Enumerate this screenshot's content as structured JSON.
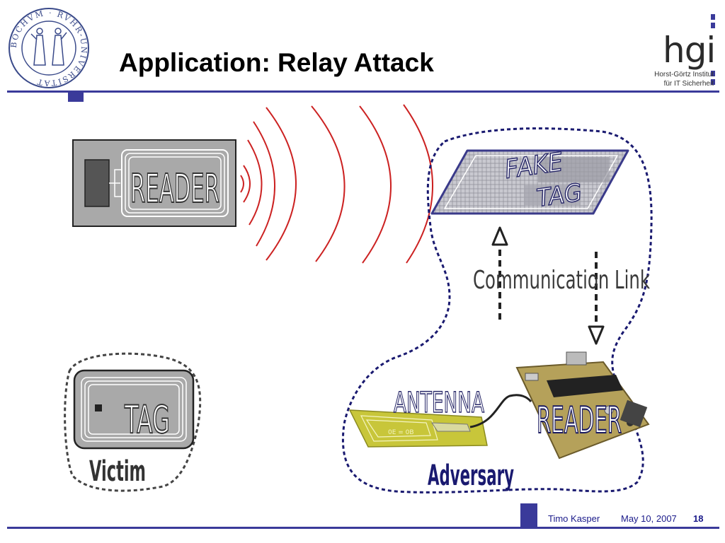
{
  "slide": {
    "title": "Application: Relay Attack"
  },
  "logo": {
    "seal_text": "BOCHVM · RVHR-UNIVERSITÄT",
    "hgi_letters": "hgi",
    "hgi_line1": "Horst-Görtz Institut",
    "hgi_line2": "für IT Sicherheit"
  },
  "diagram": {
    "legit_reader_label": "READER",
    "victim_tag_label": "TAG",
    "victim_label": "Victim",
    "fake_tag_line1": "FAKE",
    "fake_tag_line2": "TAG",
    "link_label": "Communication Link",
    "antenna_label": "ANTENNA",
    "antenna_board_text": "0E = 0B",
    "adversary_reader_label": "READER",
    "adversary_label": "Adversary",
    "colors": {
      "wave": "#cc2222",
      "dash_adversary": "#1a1a70",
      "dash_victim": "#444444",
      "pcb": "#b5a15a",
      "antenna_board": "#c8c63a",
      "accent": "#3a3a9a"
    }
  },
  "footer": {
    "author": "Timo Kasper",
    "date": "May 10, 2007",
    "page": "18"
  }
}
